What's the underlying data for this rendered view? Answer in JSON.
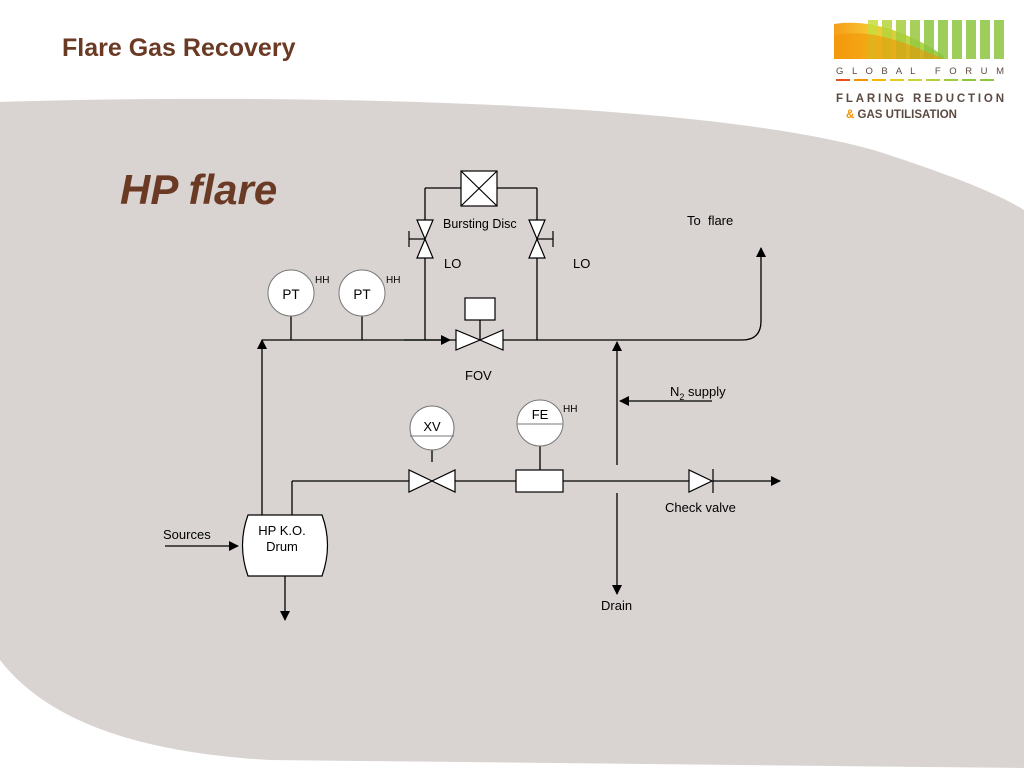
{
  "header": {
    "title": "Flare Gas Recovery"
  },
  "slide": {
    "heading": "HP flare"
  },
  "logo": {
    "line1": "G L O B A L   F O R U M",
    "line2": "FLARING REDUCTION",
    "line3_amp": "&",
    "line3_text": " GAS UTILISATION"
  },
  "diagram": {
    "bursting_disc": "Bursting Disc",
    "lo_left": "LO",
    "lo_right": "LO",
    "to_flare": "To  flare",
    "pt1": "PT",
    "pt1_hh": "HH",
    "pt2": "PT",
    "pt2_hh": "HH",
    "fov": "FOV",
    "n2_n": "N",
    "n2_sub": "2",
    "n2_rest": " supply",
    "xv": "XV",
    "fe": "FE",
    "fe_hh": "HH",
    "check_valve": "Check valve",
    "sources": "Sources",
    "drum_line1": "HP K.O.",
    "drum_line2": "Drum",
    "drain": "Drain"
  },
  "colors": {
    "title": "#6b3a24",
    "background_band": "#d9d4d2",
    "logo_green": "#8cc63f",
    "logo_orange": "#f39200",
    "logo_text": "#5b4a42"
  }
}
